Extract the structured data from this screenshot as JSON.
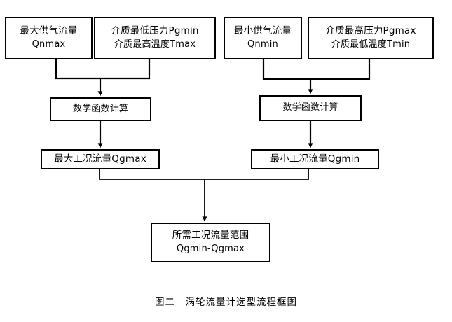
{
  "figure": {
    "caption_label": "图二",
    "caption_title": "涡轮流量计选型流程框图",
    "caption_full": "图二　涡轮流量计选型流程框图",
    "background_color": "#ffffff",
    "stroke_color": "#000000"
  },
  "nodes": {
    "qnmax": {
      "line1": "最大供气流量",
      "line2": "Qnmax"
    },
    "pgmin_tmax": {
      "line1": "介质最低压力Pgmin",
      "line2": "介质最高温度Tmax"
    },
    "qnmin": {
      "line1": "最小供气流量",
      "line2": "Qnmin"
    },
    "pgmax_tmin": {
      "line1": "介质最高压力Pgmax",
      "line2": "介质最低温度Tmin"
    },
    "math_left": {
      "line1": "数学函数计算"
    },
    "math_right": {
      "line1": "数学函数计算"
    },
    "qgmax": {
      "line1": "最大工况流量Qgmax"
    },
    "qgmin": {
      "line1": "最小工况流量Qgmin"
    },
    "range": {
      "line1": "所需工况流量范围",
      "line2": "Qgmin-Qgmax"
    }
  },
  "flow": {
    "edges": [
      {
        "name": "qnmax-to-math-left",
        "from": "qnmax",
        "to": "math_left"
      },
      {
        "name": "pgmin-tmax-to-math-left",
        "from": "pgmin_tmax",
        "to": "math_left"
      },
      {
        "name": "qnmin-to-math-right",
        "from": "qnmin",
        "to": "math_right"
      },
      {
        "name": "pgmax-tmin-to-math-right",
        "from": "pgmax_tmin",
        "to": "math_right"
      },
      {
        "name": "math-left-to-qgmax",
        "from": "math_left",
        "to": "qgmax"
      },
      {
        "name": "math-right-to-qgmin",
        "from": "math_right",
        "to": "qgmin"
      },
      {
        "name": "qgmax-to-range",
        "from": "qgmax",
        "to": "range"
      },
      {
        "name": "qgmin-to-range",
        "from": "qgmin",
        "to": "range"
      }
    ]
  }
}
